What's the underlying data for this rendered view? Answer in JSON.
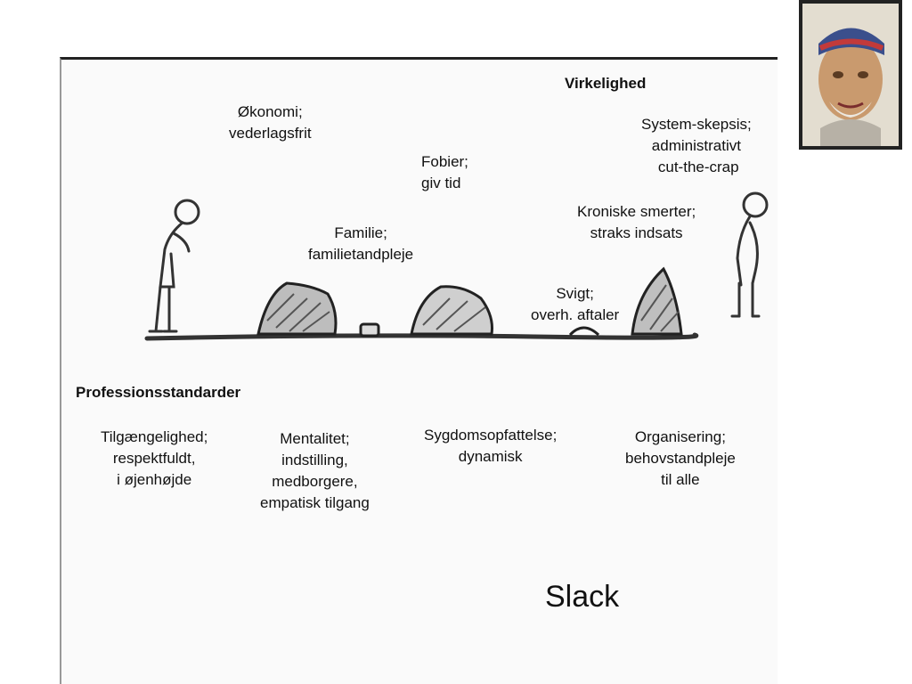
{
  "title": "Virkelighed",
  "reality_labels": {
    "okonomi": "Økonomi;\nvederlagsfrit",
    "system": "System-skepsis;\nadministrativt\n cut-the-crap",
    "fobier": "Fobier;\ngiv tid",
    "kroniske": "Kroniske smerter;\nstraks indsats",
    "familie": "Familie;\nfamilietandpleje",
    "svigt": "Svigt;\noverh. aftaler"
  },
  "professional_heading": "Professionsstandarder",
  "professional_labels": {
    "tilgaengelighed": "Tilgængelighed;\nrespektfuldt,\ni øjenhøjde",
    "mentalitet": "Mentalitet;\nindstilling,\nmedborgere,\nempatisk tilgang",
    "sygdom": "Sygdomsopfattelse;\ndynamisk",
    "organisering": "Organisering;\nbehovstandpleje\ntil alle"
  },
  "slack": "Slack",
  "colors": {
    "ink": "#333333",
    "hatch": "#555555",
    "paper": "#fafafa"
  },
  "icons": [
    "standing-person-left-icon",
    "standing-person-right-icon",
    "rock-icon",
    "portrait-painting-icon"
  ]
}
